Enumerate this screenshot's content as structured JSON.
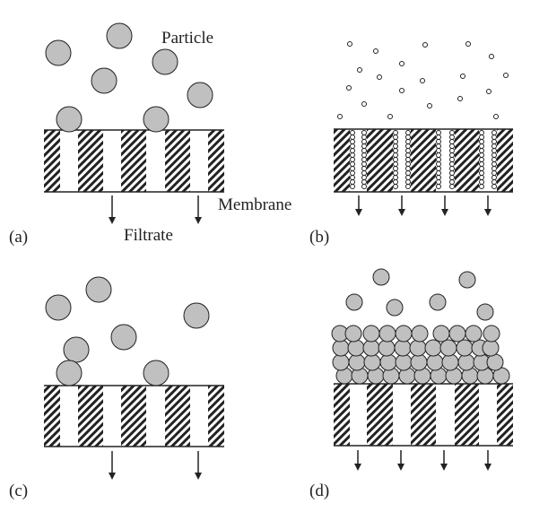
{
  "labels": {
    "particle": "Particle",
    "membrane": "Membrane",
    "filtrate": "Filtrate"
  },
  "panels": {
    "a": "(a)",
    "b": "(b)",
    "c": "(c)",
    "d": "(d)"
  },
  "colors": {
    "particle_fill": "#c0c0c0",
    "stroke": "#222222"
  }
}
